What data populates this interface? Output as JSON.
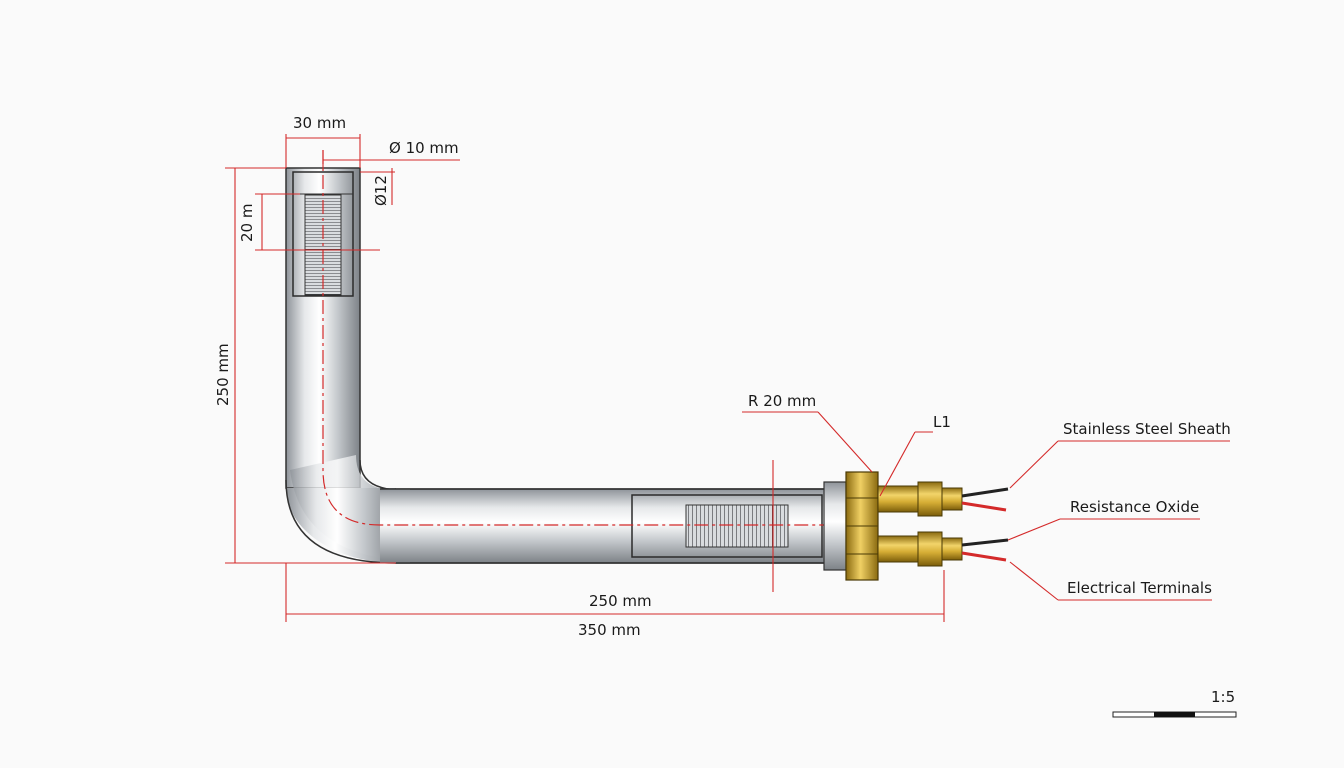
{
  "dimensions": {
    "top_width": "30 mm",
    "inner_diameter": "Ø 10 mm",
    "outer_diameter": "Ø12",
    "thread_length": "20 m",
    "vertical_length": "250 mm",
    "bend_radius": "R 20 mm",
    "terminal_ref": "L1",
    "horizontal_length": "250 mm",
    "total_length": "350 mm"
  },
  "callouts": {
    "sheath": "Stainless Steel Sheath",
    "oxide": "Resistance Oxide",
    "terminals": "Electrical Terminals"
  },
  "scale": "1:5",
  "colors": {
    "dimension_lines": "#d42a2a",
    "brass": "#c9a227",
    "steel": "#b8bcc2"
  }
}
